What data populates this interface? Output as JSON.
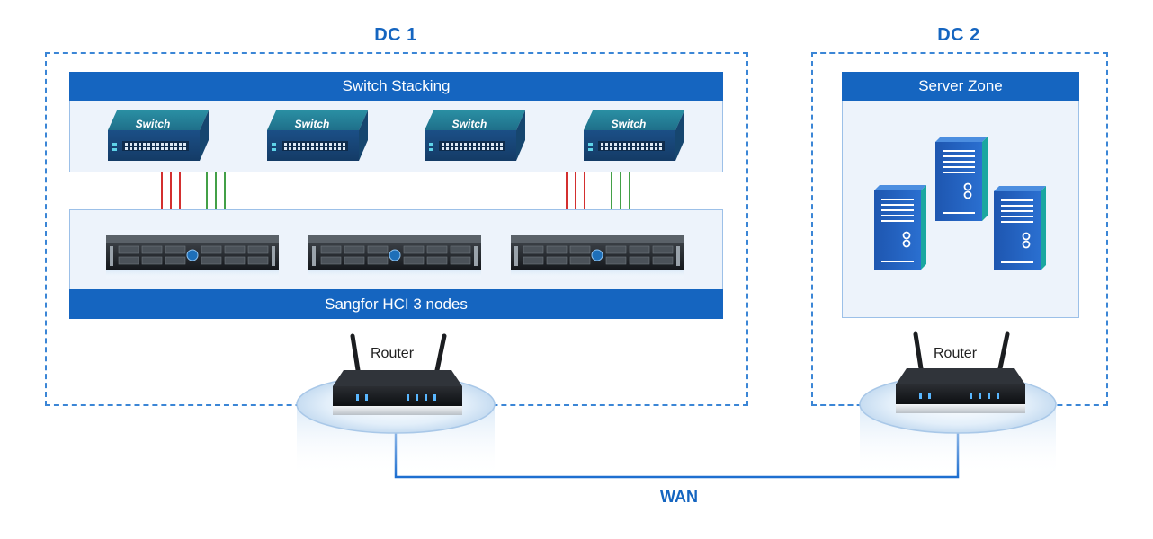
{
  "dc1": {
    "title": "DC 1",
    "switch_bar": "Switch Stacking",
    "switch_label": "Switch",
    "hci_bar": "Sangfor HCI 3 nodes",
    "router_label": "Router"
  },
  "dc2": {
    "title": "DC 2",
    "server_bar": "Server Zone",
    "router_label": "Router"
  },
  "wan_label": "WAN",
  "colors": {
    "accent": "#1565c0",
    "panel": "#edf3fb",
    "link_red": "#d32f2f",
    "link_green": "#43a047"
  }
}
